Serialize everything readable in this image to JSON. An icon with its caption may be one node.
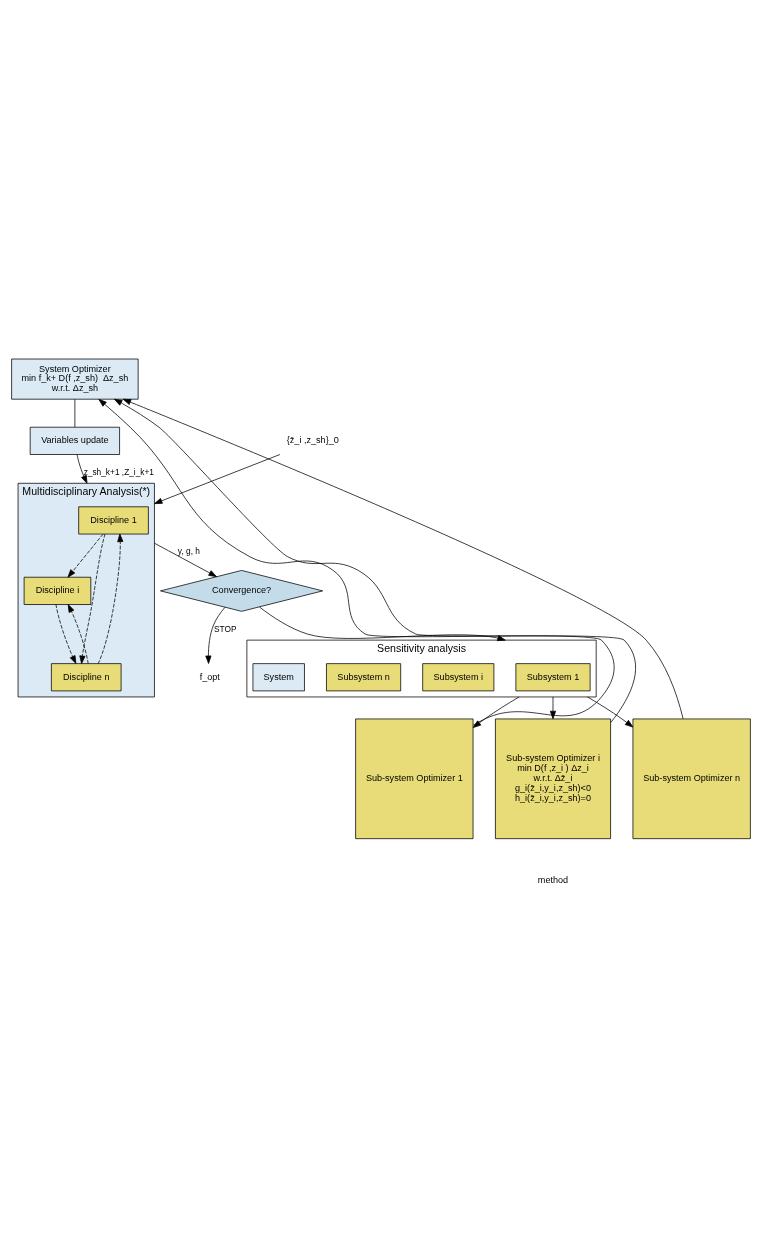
{
  "diagram": {
    "nodes": [
      {
        "text": [
          "System Optimizer",
          "min f_k+ D(f ,z_sh)  Δz_sh",
          "w.r.t. Δz_sh"
        ]
      },
      {
        "text": [
          "Variables update"
        ]
      },
      {
        "text": [
          "Multidisciplinary Analysis(*)"
        ]
      },
      {
        "text": [
          "Discipline 1"
        ],
        "in": 2
      },
      {
        "text": [
          "Discipline i"
        ],
        "in": 2
      },
      {
        "text": [
          "Discipline n"
        ],
        "in": 2
      },
      {
        "text": [
          "Convergence?"
        ]
      },
      {
        "text": [
          "f_opt"
        ]
      },
      {
        "text": [
          "Sensitivity analysis"
        ]
      },
      {
        "text": [
          "Subsystem 1"
        ],
        "in": 8
      },
      {
        "text": [
          "Subsystem i"
        ],
        "in": 8
      },
      {
        "text": [
          "Subsystem n"
        ],
        "in": 8
      },
      {
        "text": [
          "System"
        ],
        "in": 8
      },
      {
        "text": [
          "Sub-system Optimizer 1"
        ]
      },
      {
        "text": [
          "Sub-system Optimizer i",
          "min D(f ,z_i ) Δz_i",
          "w.r.t. Δz̄_i",
          "g_i(z̄_i,y_i,z_sh)<0",
          "h_i(z̄_i,y_i,z_sh)=0"
        ]
      },
      {
        "text": [
          "Sub-system Optimizer n"
        ]
      },
      {
        "text": [
          "{z̄_i ,z_sh}_0"
        ]
      }
    ],
    "edges": [
      {
        "from": 0,
        "to": 1,
        "arrow": "none"
      },
      {
        "from": 1,
        "to": 2,
        "arrow": "to",
        "label": "z_sh_k+1 ,Z_i_k+1"
      },
      {
        "from": 16,
        "to": 2,
        "arrow": "to"
      },
      {
        "from": 3,
        "to": 4,
        "arrow": "to",
        "style": "dashed"
      },
      {
        "from": 3,
        "to": 5,
        "arrow": "to",
        "style": "dashed"
      },
      {
        "from": 4,
        "to": 5,
        "arrow": "to",
        "style": "dashed"
      },
      {
        "from": 5,
        "to": 4,
        "arrow": "to",
        "style": "dashed"
      },
      {
        "from": 5,
        "to": 3,
        "arrow": "to",
        "style": "dashed"
      },
      {
        "from": 2,
        "to": 6,
        "arrow": "to",
        "label": "y, g, h"
      },
      {
        "from": 6,
        "to": 7,
        "arrow": "to",
        "label": "STOP"
      },
      {
        "from": 6,
        "to": 8,
        "arrow": "to"
      },
      {
        "from": 8,
        "to": 13,
        "arrow": "to"
      },
      {
        "from": 8,
        "to": 14,
        "arrow": "to"
      },
      {
        "from": 8,
        "to": 15,
        "arrow": "to"
      },
      {
        "from": 13,
        "to": 0,
        "arrow": "to"
      },
      {
        "from": 14,
        "to": 0,
        "arrow": "to"
      },
      {
        "from": 15,
        "to": 0,
        "arrow": "to"
      }
    ],
    "labels": [
      "method"
    ]
  }
}
